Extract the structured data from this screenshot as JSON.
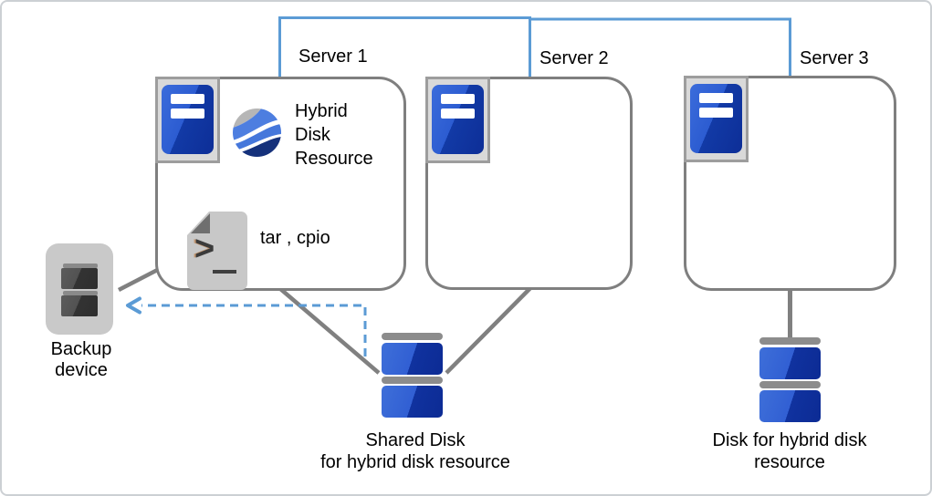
{
  "colors": {
    "interconnect_blue": "#5b9bd5",
    "line_gray": "#808080",
    "box_border_gray": "#7f7f7f",
    "icon_frame_gray": "#d9d9d9",
    "server_tower_blue_light": "#2c5cd1",
    "server_tower_blue_dark": "#0d2e97",
    "disk_bar_gray": "#8c8c8c",
    "disk_blue_light": "#315fd3",
    "disk_blue_dark": "#0c2b94",
    "backup_body_gray": "#c9c9c9",
    "sphere_gray": "#b6b6b6",
    "sphere_wave_blue": "#4d7ee0",
    "sphere_navy": "#15317b"
  },
  "servers": [
    {
      "title": "Server 1"
    },
    {
      "title": "Server 2"
    },
    {
      "title": "Server 3"
    }
  ],
  "server1_contents": {
    "resource_lines": [
      "Hybrid",
      "Disk",
      "Resource"
    ],
    "tools_label": "tar , cpio",
    "prompt_glyph": ">"
  },
  "backup_device": {
    "lines": [
      "Backup",
      "device"
    ]
  },
  "shared_disk": {
    "lines": [
      "Shared Disk",
      "for hybrid disk resource"
    ]
  },
  "hybrid_disk": {
    "lines": [
      "Disk for hybrid disk",
      "resource"
    ]
  },
  "icons": {
    "server": "server-tower-icon",
    "hybrid_resource": "sphere-waves-icon",
    "script_file": "terminal-script-file-icon",
    "backup": "tape-backup-device-icon",
    "disk": "disk-stack-icon",
    "arrow": "dashed-arrow-left-icon"
  }
}
